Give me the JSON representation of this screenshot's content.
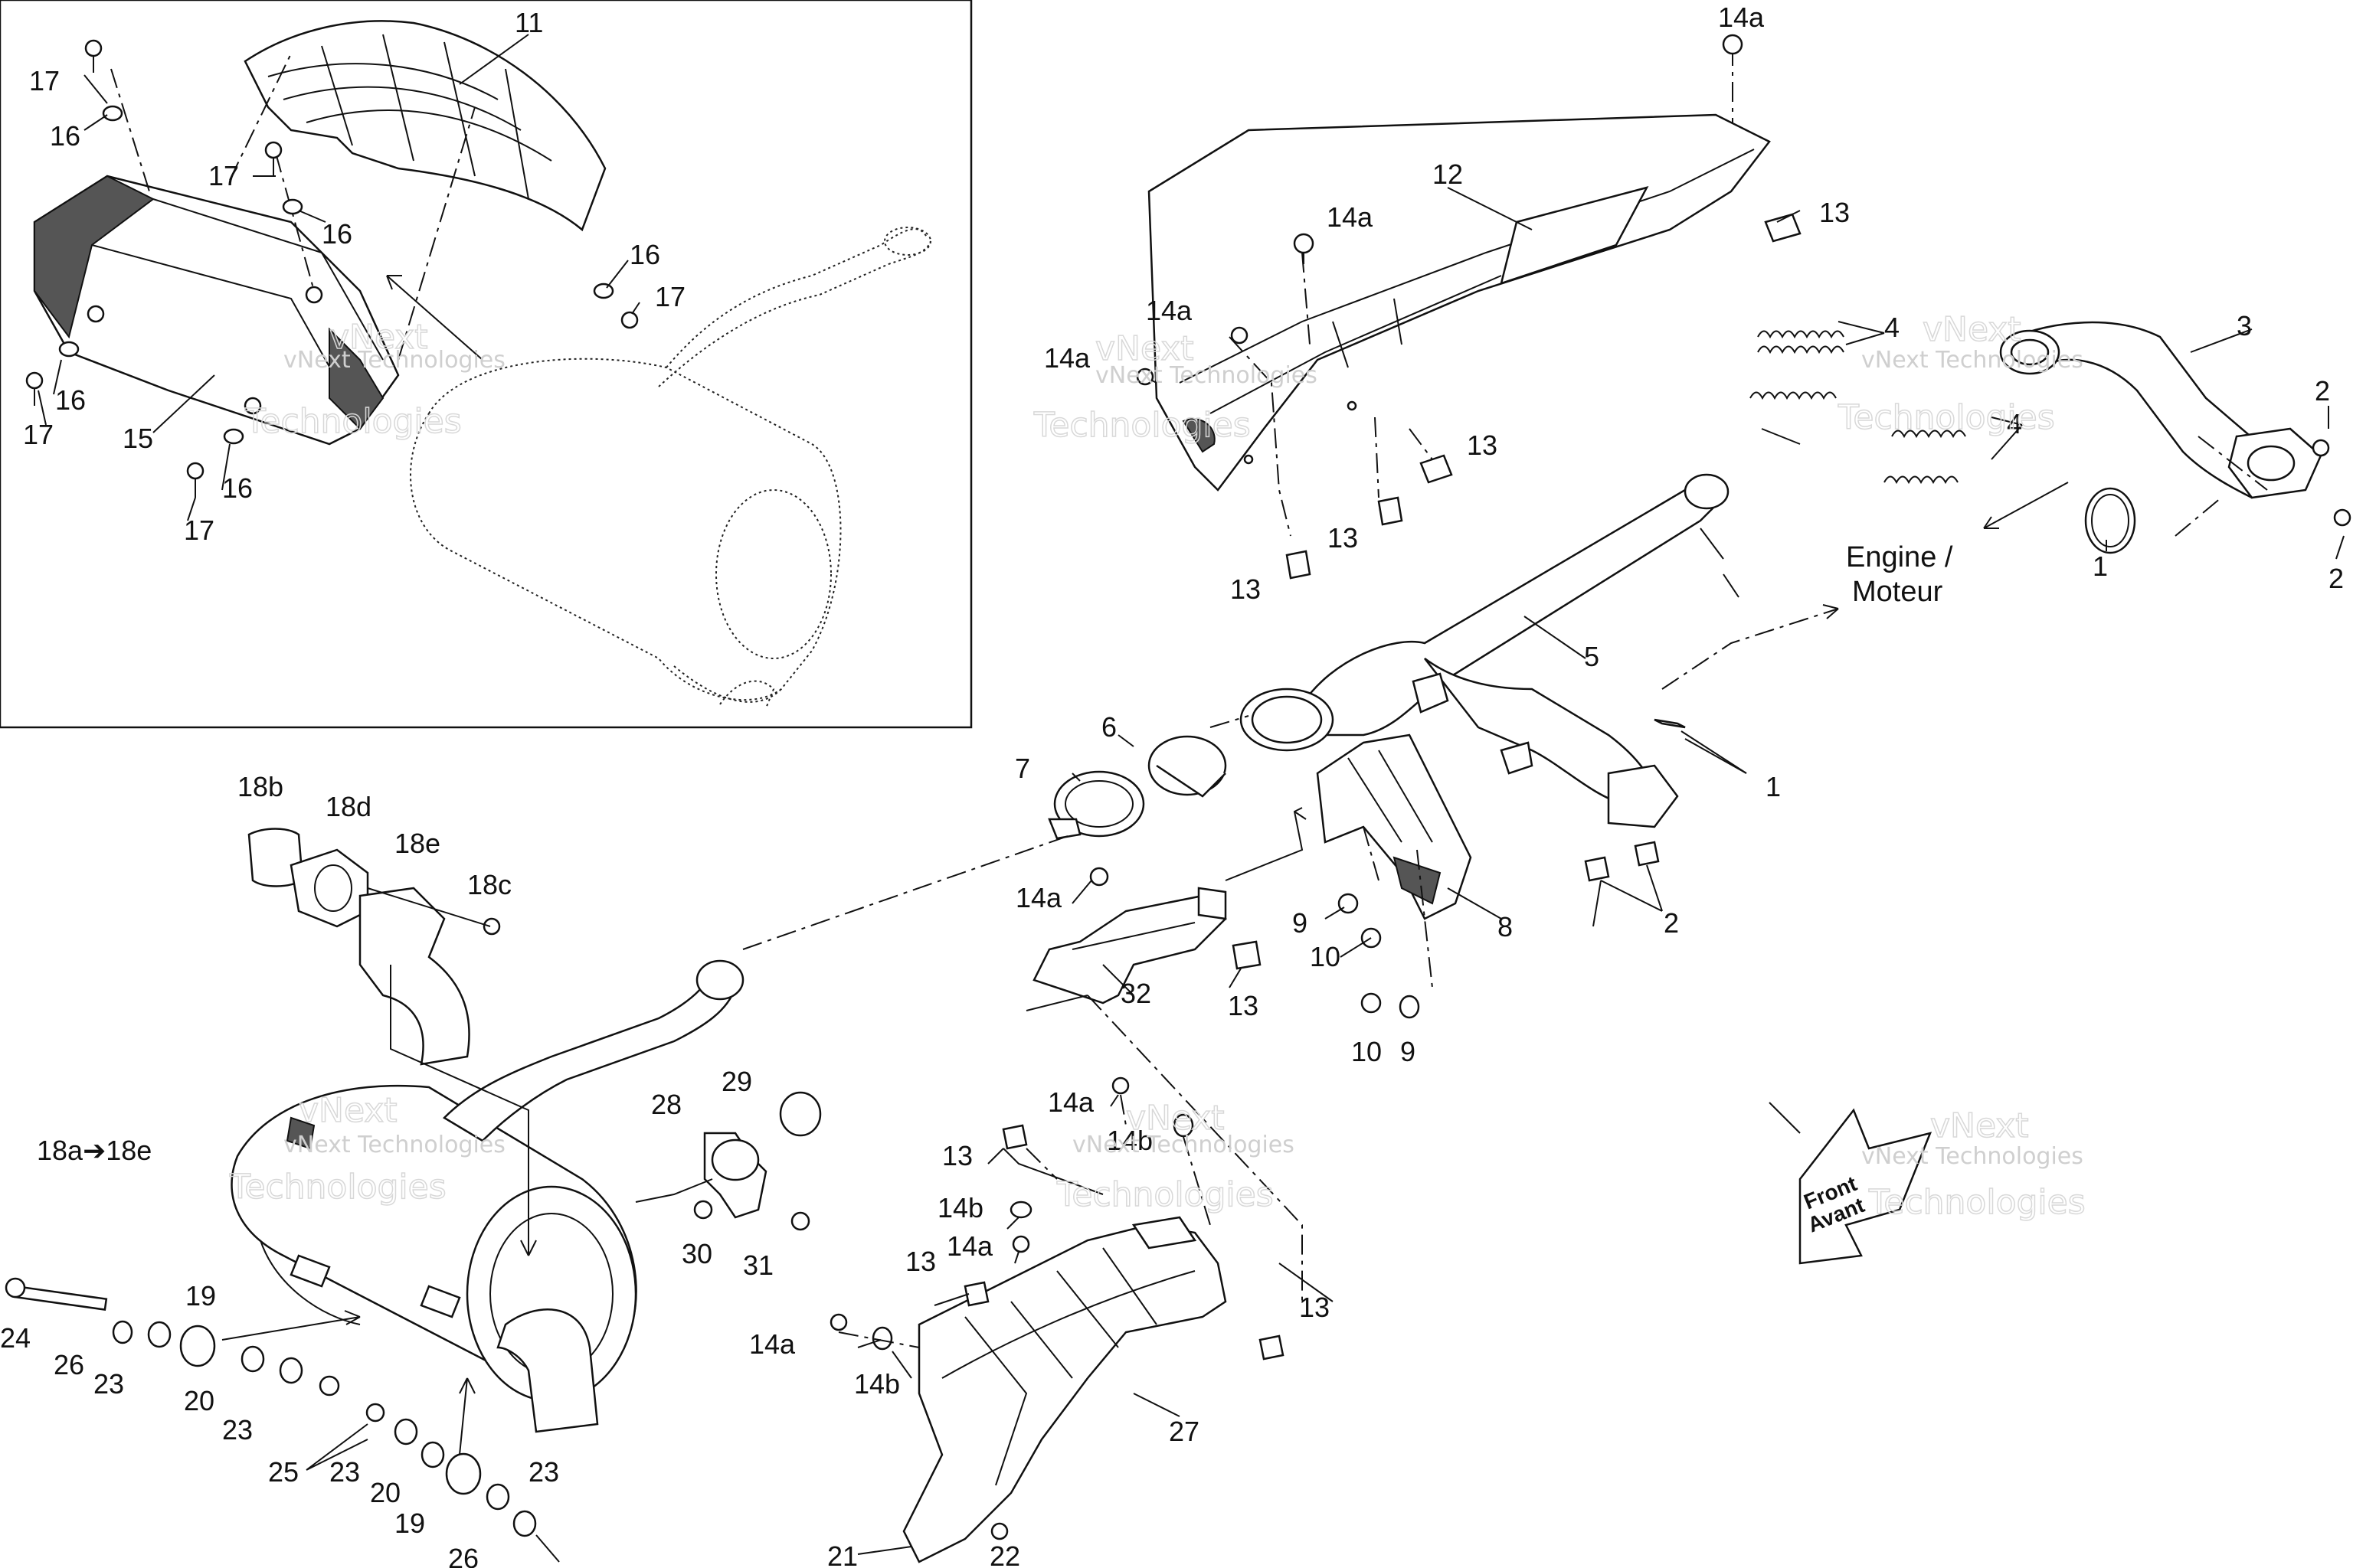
{
  "watermark": {
    "line1": "vNext",
    "line2": "Technologies",
    "caption": "vNext Technologies"
  },
  "engine_label": {
    "line1": "Engine /",
    "line2": "Moteur"
  },
  "front_label": {
    "line1": "Front",
    "line2": "Avant"
  },
  "callouts": {
    "c1a": "1",
    "c1b": "1",
    "c2a": "2",
    "c2b": "2",
    "c2c": "2",
    "c3": "3",
    "c4a": "4",
    "c4b": "4",
    "c5": "5",
    "c6": "6",
    "c7": "7",
    "c8": "8",
    "c9a": "9",
    "c9b": "9",
    "c10a": "10",
    "c10b": "10",
    "c11": "11",
    "c12": "12",
    "c13a": "13",
    "c13b": "13",
    "c13c": "13",
    "c13d": "13",
    "c13e": "13",
    "c13f": "13",
    "c13g": "13",
    "c13h": "13",
    "c14a1": "14a",
    "c14a2": "14a",
    "c14a3": "14a",
    "c14a4": "14a",
    "c14a5": "14a",
    "c14a6": "14a",
    "c14a7": "14a",
    "c14a8": "14a",
    "c14b1": "14b",
    "c14b2": "14b",
    "c14b3": "14b",
    "c15": "15",
    "c16a": "16",
    "c16b": "16",
    "c16c": "16",
    "c16d": "16",
    "c16e": "16",
    "c17a": "17",
    "c17b": "17",
    "c17c": "17",
    "c17d": "17",
    "c17e": "17",
    "c18a": "18a➔18e",
    "c18b": "18b",
    "c18c": "18c",
    "c18d": "18d",
    "c18e": "18e",
    "c19a": "19",
    "c19b": "19",
    "c20a": "20",
    "c20b": "20",
    "c21": "21",
    "c22": "22",
    "c23a": "23",
    "c23b": "23",
    "c23c": "23",
    "c23d": "23",
    "c24": "24",
    "c25": "25",
    "c26a": "26",
    "c26b": "26",
    "c27": "27",
    "c28": "28",
    "c29": "29",
    "c30": "30",
    "c31": "31",
    "c32": "32"
  }
}
